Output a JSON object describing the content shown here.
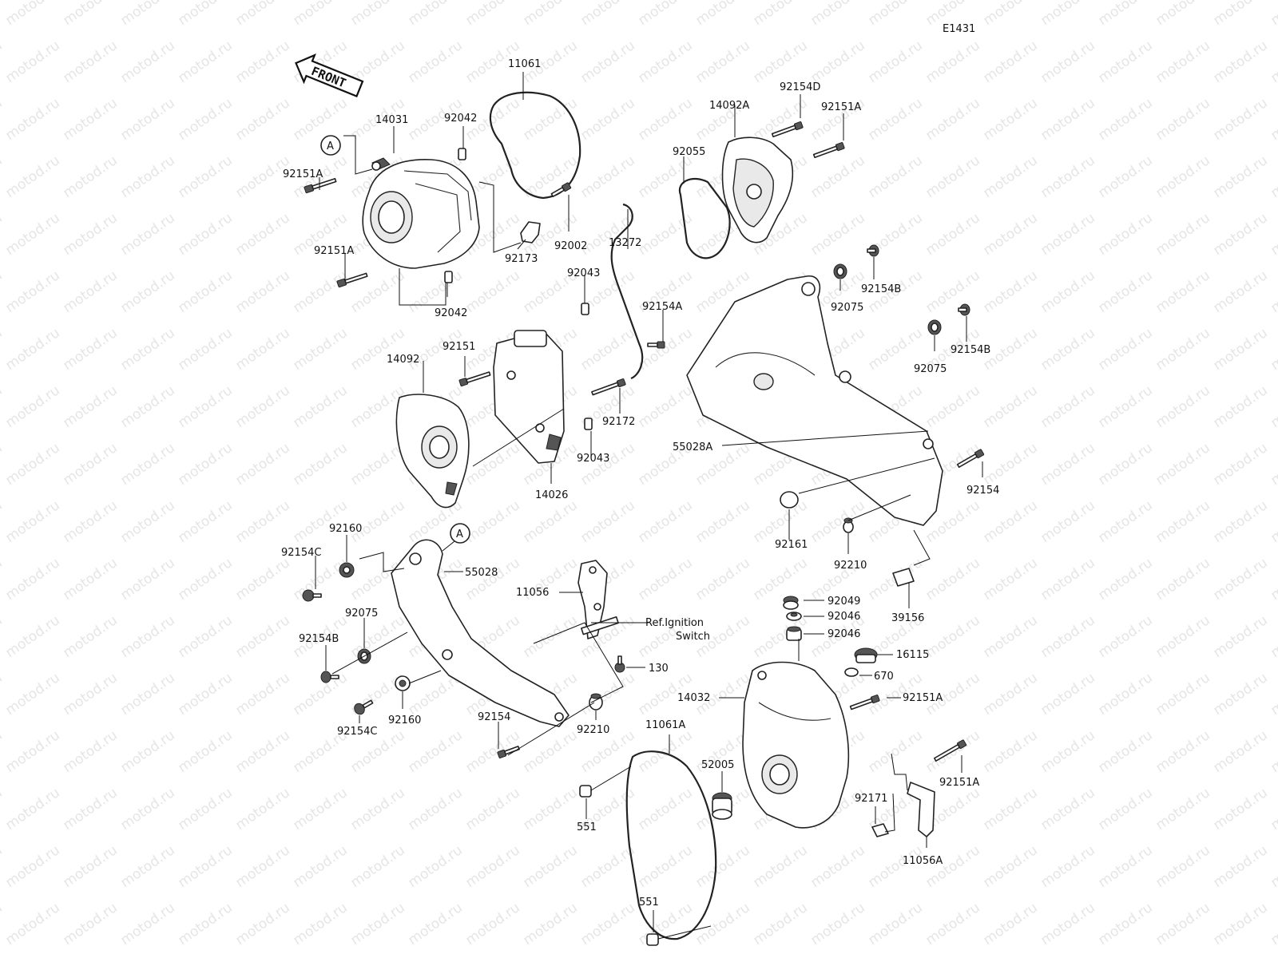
{
  "diagram_code": "E1431",
  "watermark_text": "motod.ru",
  "front_arrow_label": "FRONT",
  "reference_marker": "A",
  "ref_note": [
    "Ref.Ignition",
    "Switch"
  ],
  "labels": {
    "p11061": "11061",
    "p14031": "14031",
    "p92042_top": "92042",
    "p92151A_1": "92151A",
    "p92151A_2": "92151A",
    "p92002": "92002",
    "p92173": "92173",
    "p92042_bot": "92042",
    "p14092A": "14092A",
    "p92154D": "92154D",
    "p92151A_3": "92151A",
    "p92055": "92055",
    "p13272": "13272",
    "p92043_top": "92043",
    "p92154A": "92154A",
    "p92151": "92151",
    "p14092": "14092",
    "p92172": "92172",
    "p92043_bot": "92043",
    "p14026": "14026",
    "p92075_1": "92075",
    "p92154B_1": "92154B",
    "p92075_2": "92075",
    "p92154B_2": "92154B",
    "p55028A": "55028A",
    "p92154_r": "92154",
    "p92161": "92161",
    "p92210_r": "92210",
    "p39156": "39156",
    "p92160_t": "92160",
    "p92154C_t": "92154C",
    "p55028": "55028",
    "p92075_l": "92075",
    "p92154B_l": "92154B",
    "p92160_b": "92160",
    "p92154C_b": "92154C",
    "p11056": "11056",
    "p130": "130",
    "p92154_b": "92154",
    "p92210_b": "92210",
    "p92049": "92049",
    "p92046_1": "92046",
    "p92046_2": "92046",
    "p16115": "16115",
    "p670": "670",
    "p14032": "14032",
    "p92151A_4": "92151A",
    "p11061A": "11061A",
    "p52005": "52005",
    "p551_1": "551",
    "p551_2": "551",
    "p92151A_5": "92151A",
    "p92171": "92171",
    "p11056A": "11056A"
  }
}
